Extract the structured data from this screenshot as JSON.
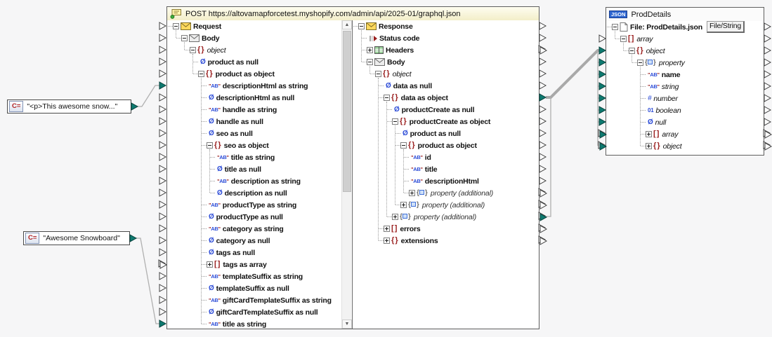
{
  "webservice": {
    "title": "POST https://altovamapforcetest.myshopify.com/admin/api/2025-01/graphql.json",
    "request": {
      "rows": [
        {
          "label": "Request",
          "level": 0,
          "icon": "envY",
          "expand": "m",
          "style": "b"
        },
        {
          "label": "Body",
          "level": 1,
          "icon": "envG",
          "expand": "m",
          "style": "b"
        },
        {
          "label": "object",
          "level": 2,
          "icon": "braces",
          "expand": "m",
          "style": "i"
        },
        {
          "label": "product as null",
          "level": 3,
          "icon": "null",
          "style": "b"
        },
        {
          "label": "product as object",
          "level": 3,
          "icon": "braces",
          "expand": "m",
          "style": "b"
        },
        {
          "label": "descriptionHtml as string",
          "level": 4,
          "icon": "string",
          "style": "b",
          "conn": "filled"
        },
        {
          "label": "descriptionHtml as null",
          "level": 4,
          "icon": "null",
          "style": "b"
        },
        {
          "label": "handle as string",
          "level": 4,
          "icon": "string",
          "style": "b"
        },
        {
          "label": "handle as null",
          "level": 4,
          "icon": "null",
          "style": "b"
        },
        {
          "label": "seo as null",
          "level": 4,
          "icon": "null",
          "style": "b"
        },
        {
          "label": "seo as object",
          "level": 4,
          "icon": "braces",
          "expand": "m",
          "style": "b"
        },
        {
          "label": "title as string",
          "level": 5,
          "icon": "string",
          "style": "b"
        },
        {
          "label": "title as null",
          "level": 5,
          "icon": "null",
          "style": "b"
        },
        {
          "label": "description as string",
          "level": 5,
          "icon": "string",
          "style": "b"
        },
        {
          "label": "description as null",
          "level": 5,
          "icon": "null",
          "style": "b"
        },
        {
          "label": "productType as string",
          "level": 4,
          "icon": "string",
          "style": "b"
        },
        {
          "label": "productType as null",
          "level": 4,
          "icon": "null",
          "style": "b"
        },
        {
          "label": "category as string",
          "level": 4,
          "icon": "string",
          "style": "b"
        },
        {
          "label": "category as null",
          "level": 4,
          "icon": "null",
          "style": "b"
        },
        {
          "label": "tags as null",
          "level": 4,
          "icon": "null",
          "style": "b"
        },
        {
          "label": "tags as array",
          "level": 4,
          "icon": "brackets",
          "expand": "p",
          "style": "b",
          "conn": "double"
        },
        {
          "label": "templateSuffix as string",
          "level": 4,
          "icon": "string",
          "style": "b"
        },
        {
          "label": "templateSuffix as null",
          "level": 4,
          "icon": "null",
          "style": "b"
        },
        {
          "label": "giftCardTemplateSuffix as string",
          "level": 4,
          "icon": "string",
          "style": "b"
        },
        {
          "label": "giftCardTemplateSuffix as null",
          "level": 4,
          "icon": "null",
          "style": "b"
        },
        {
          "label": "title as string",
          "level": 4,
          "icon": "string",
          "style": "b",
          "conn": "filled"
        }
      ]
    },
    "response": {
      "rows": [
        {
          "label": "Response",
          "level": 0,
          "icon": "envY",
          "expand": "m",
          "style": "b"
        },
        {
          "label": "Status code",
          "level": 1,
          "icon": "status",
          "style": "b"
        },
        {
          "label": "Headers",
          "level": 1,
          "icon": "tableG",
          "expand": "p",
          "style": "b",
          "conn": "double"
        },
        {
          "label": "Body",
          "level": 1,
          "icon": "envG",
          "expand": "m",
          "style": "b"
        },
        {
          "label": "object",
          "level": 2,
          "icon": "braces",
          "expand": "m",
          "style": "i"
        },
        {
          "label": "data as null",
          "level": 3,
          "icon": "null",
          "style": "b"
        },
        {
          "label": "data as object",
          "level": 3,
          "icon": "braces",
          "expand": "m",
          "style": "b",
          "conn": "filled"
        },
        {
          "label": "productCreate as null",
          "level": 4,
          "icon": "null",
          "style": "b"
        },
        {
          "label": "productCreate as object",
          "level": 4,
          "icon": "braces",
          "expand": "m",
          "style": "b"
        },
        {
          "label": "product as null",
          "level": 5,
          "icon": "null",
          "style": "b"
        },
        {
          "label": "product as object",
          "level": 5,
          "icon": "braces",
          "expand": "m",
          "style": "b"
        },
        {
          "label": "id",
          "level": 6,
          "icon": "string",
          "style": "b"
        },
        {
          "label": "title",
          "level": 6,
          "icon": "string",
          "style": "b"
        },
        {
          "label": "descriptionHtml",
          "level": 6,
          "icon": "string",
          "style": "b"
        },
        {
          "label": "property (additional)",
          "level": 6,
          "icon": "prop",
          "expand": "p",
          "style": "ig",
          "conn": "double"
        },
        {
          "label": "property (additional)",
          "level": 5,
          "icon": "prop",
          "expand": "p",
          "style": "ig",
          "conn": "double"
        },
        {
          "label": "property (additional)",
          "level": 4,
          "icon": "prop",
          "expand": "p",
          "style": "ig",
          "conn": "double-filled"
        },
        {
          "label": "errors",
          "level": 3,
          "icon": "brackets",
          "expand": "p",
          "style": "b",
          "conn": "double"
        },
        {
          "label": "extensions",
          "level": 3,
          "icon": "braces",
          "expand": "p",
          "style": "b",
          "conn": "double"
        }
      ]
    }
  },
  "constants": [
    {
      "badge": "C=",
      "value": "\"<p>This awesome snow...\""
    },
    {
      "badge": "C=",
      "value": "\"Awesome Snowboard\""
    }
  ],
  "proddetails": {
    "title": "ProdDetails",
    "badge": "JSON",
    "rows": [
      {
        "label": "File: ProdDetails.json",
        "level": 0,
        "icon": "file",
        "expand": "m",
        "style": "b",
        "button": "File/String",
        "connL": "none",
        "connR": "plain"
      },
      {
        "label": "array",
        "level": 1,
        "icon": "brackets",
        "expand": "m",
        "style": "i",
        "connL": "plain",
        "connR": "plain"
      },
      {
        "label": "object",
        "level": 2,
        "icon": "braces",
        "expand": "m",
        "style": "i",
        "connL": "filled",
        "connR": "plain"
      },
      {
        "label": "property",
        "level": 3,
        "icon": "prop",
        "expand": "m",
        "style": "i",
        "connL": "filled",
        "connR": "plain"
      },
      {
        "label": "name",
        "level": 4,
        "icon": "string",
        "style": "b",
        "connL": "filled",
        "connR": "plain"
      },
      {
        "label": "string",
        "level": 4,
        "icon": "string",
        "style": "i",
        "connL": "filled",
        "connR": "plain"
      },
      {
        "label": "number",
        "level": 4,
        "icon": "number",
        "style": "i",
        "connL": "filled",
        "connR": "plain"
      },
      {
        "label": "boolean",
        "level": 4,
        "icon": "bool",
        "style": "i",
        "connL": "filled",
        "connR": "plain"
      },
      {
        "label": "null",
        "level": 4,
        "icon": "null",
        "style": "i",
        "connL": "filled",
        "connR": "plain"
      },
      {
        "label": "array",
        "level": 4,
        "icon": "brackets",
        "expand": "p",
        "style": "i",
        "connL": "double-filled",
        "connR": "double"
      },
      {
        "label": "object",
        "level": 4,
        "icon": "braces",
        "expand": "p",
        "style": "i",
        "connL": "double-filled",
        "connR": "double"
      }
    ]
  },
  "colors": {
    "connected_teal": "#0e7a70",
    "type_maroon": "#9a1f1f",
    "type_blue": "#2b4bd7",
    "wire_gray": "#b0b0b0",
    "ws_header_yellow": "#f8f4d8"
  }
}
